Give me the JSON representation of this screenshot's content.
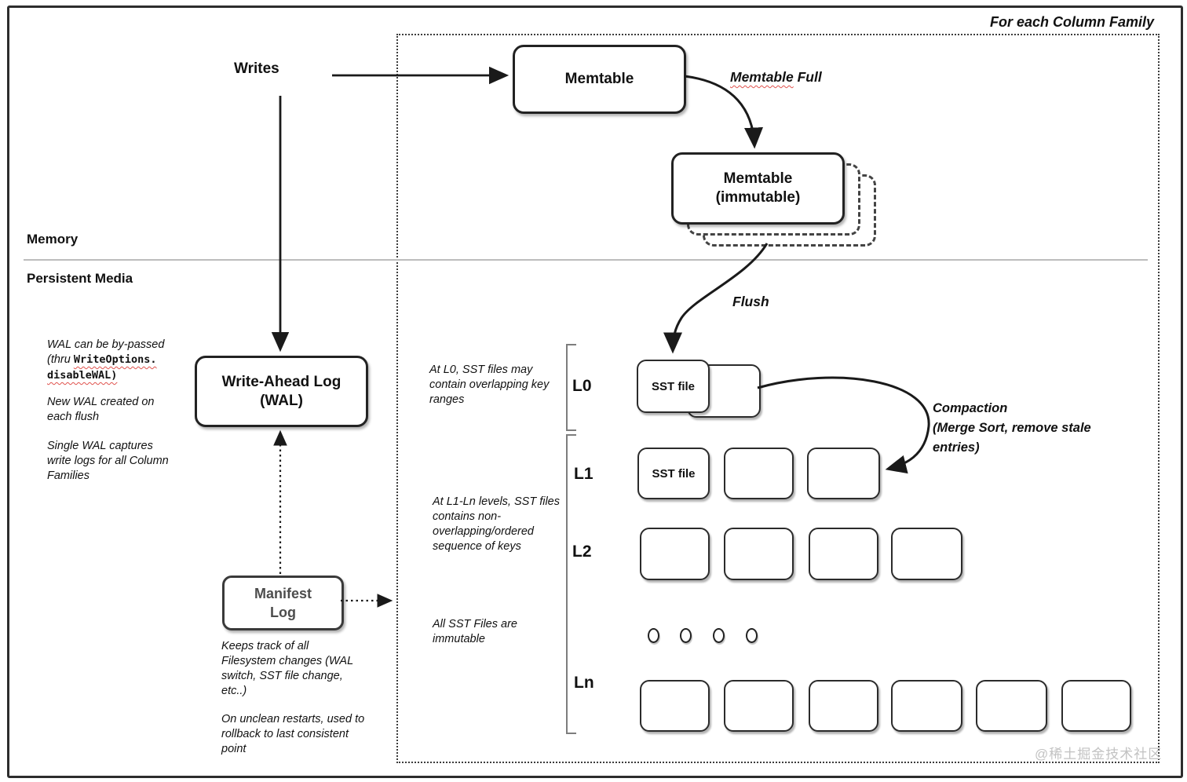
{
  "header": {
    "for_each_column_family": "For each Column Family"
  },
  "labels": {
    "writes": "Writes",
    "memory": "Memory",
    "persistent_media": "Persistent Media",
    "memtable_full_word": "Memtable",
    "memtable_full_rest": " Full",
    "flush": "Flush"
  },
  "nodes": {
    "memtable": "Memtable",
    "immutable_line1": "Memtable",
    "immutable_line2": "(immutable)",
    "wal_line1": "Write-Ahead Log",
    "wal_line2": "(WAL)",
    "manifest_line1": "Manifest",
    "manifest_line2": "Log",
    "sst_file": "SST file"
  },
  "levels": {
    "l0": "L0",
    "l1": "L1",
    "l2": "L2",
    "ln": "Ln"
  },
  "compaction": {
    "line1": "Compaction",
    "line2": "(Merge Sort, remove stale",
    "line3": "entries)"
  },
  "notes": {
    "wal_bypass_line1": "WAL can be by-passed",
    "wal_bypass_prefix": "(thru ",
    "wal_bypass_code1": "WriteOptions.",
    "wal_bypass_code2": "disableWAL)",
    "wal_new": [
      "New WAL created on",
      "each flush"
    ],
    "wal_single": [
      "Single WAL captures",
      "write logs for all Column",
      "Families"
    ],
    "l0_note": [
      "At L0, SST files may",
      "contain overlapping key",
      "ranges"
    ],
    "l1ln_note": [
      "At L1-Ln levels, SST files",
      "contains non-",
      "overlapping/ordered",
      "sequence of keys"
    ],
    "immutable_note": [
      "All SST Files are",
      "immutable"
    ],
    "manifest_p1": [
      "Keeps track of all",
      "Filesystem changes (WAL",
      "switch, SST file change,",
      "etc..)"
    ],
    "manifest_p2": [
      "On unclean restarts, used to",
      "rollback to last consistent",
      "point"
    ]
  },
  "watermark": "@稀土掘金技术社区",
  "colors": {
    "stroke": "#1a1a1a",
    "squiggle": "#e0524d",
    "manifest_text": "#4d4d4d",
    "bracket": "#7d7d7d",
    "watermark": "#c2c2c2"
  }
}
